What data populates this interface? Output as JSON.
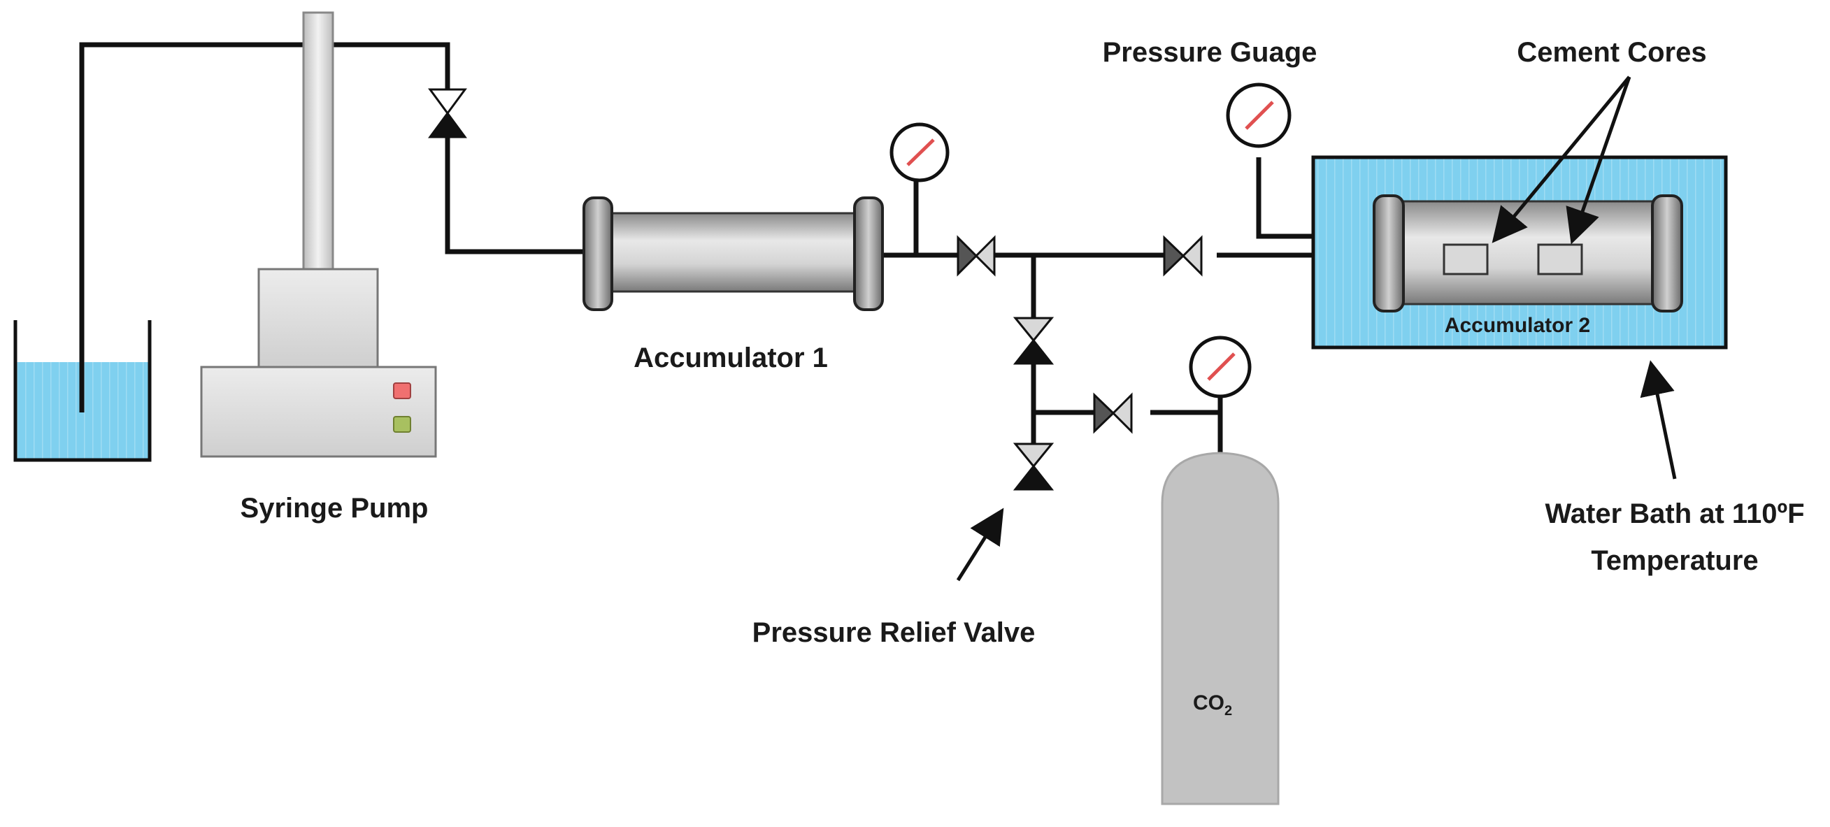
{
  "labels": {
    "pressure_gauge": "Pressure Guage",
    "cement_cores": "Cement Cores",
    "accumulator_1": "Accumulator 1",
    "accumulator_2": "Accumulator 2",
    "syringe_pump": "Syringe Pump",
    "pressure_relief_valve": "Pressure Relief Valve",
    "water_bath_line1": "Water Bath at 110ºF",
    "water_bath_line2": "Temperature",
    "co2_main": "CO",
    "co2_sub": "2"
  },
  "colors": {
    "water": "#7fd0ef",
    "water_bath": "#7fd0ef",
    "gauge_needle": "#e05050",
    "pump_button_red": "#f07070",
    "pump_button_green": "#a8c060",
    "cylinder_gray": "#c2c2c2",
    "pipe": "#111111"
  }
}
